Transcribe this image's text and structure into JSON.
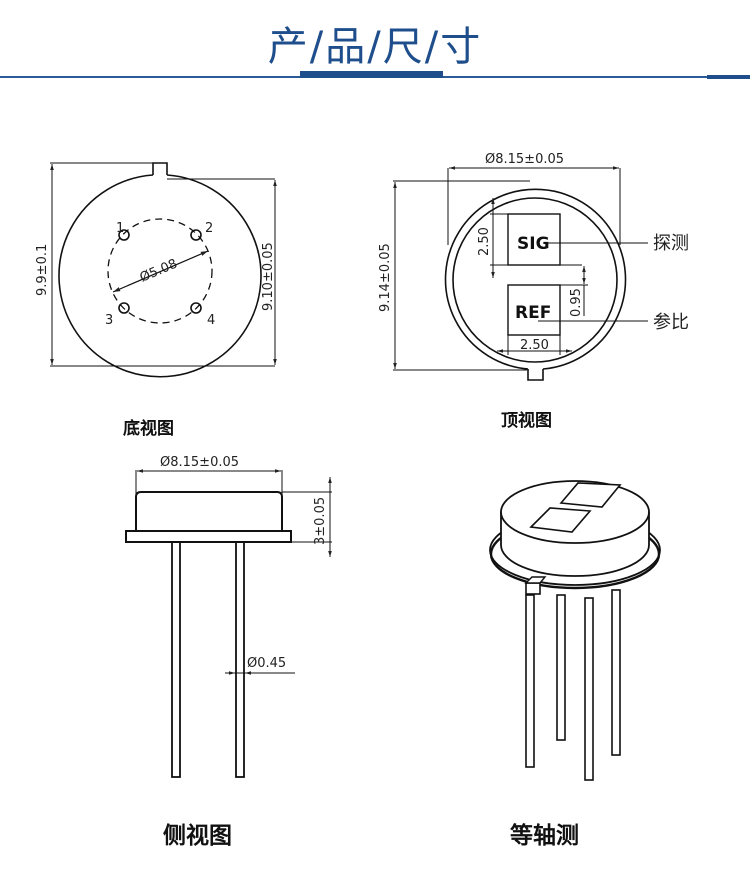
{
  "header": {
    "title": "产/品/尺/寸",
    "accent_color": "#1f4e8c"
  },
  "bottom_view": {
    "caption": "底视图",
    "height_dim": "9.9±0.1",
    "body_dim": "9.10±0.05",
    "pin_circle_dim": "Ø5.08",
    "pins": [
      "1",
      "2",
      "3",
      "4"
    ]
  },
  "top_view": {
    "caption": "顶视图",
    "diameter_dim": "Ø8.15±0.05",
    "height_dim": "9.14±0.05",
    "window_height_dim": "2.50",
    "window_width_dim": "2.50",
    "gap_dim": "0.95",
    "sig_label": "SIG",
    "ref_label": "REF",
    "sig_callout": "探测",
    "ref_callout": "参比"
  },
  "side_view": {
    "caption": "侧视图",
    "diameter_dim": "Ø8.15±0.05",
    "height_dim": "3±0.05",
    "pin_dim": "Ø0.45"
  },
  "isometric_view": {
    "caption": "等轴测"
  }
}
